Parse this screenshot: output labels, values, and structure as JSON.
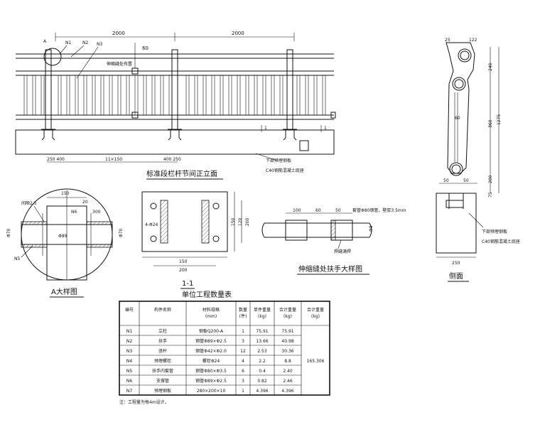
{
  "front_view": {
    "title": "标准段栏杆节间正立面",
    "dim_left": "2000",
    "dim_right": "2000",
    "label_a": "A",
    "label_n1": "N1",
    "label_n2": "N2",
    "label_n3": "N3",
    "label_60": "60",
    "note_gap": "伸缩缝处布置",
    "bottom_dims": "250 400",
    "bottom_mid": "11×150",
    "bottom_right": "400 250",
    "section_mark": "1",
    "section_mark_r": "1",
    "note_plate": "下部预埋钢板",
    "note_concrete": "C40钢筋混凝土底座"
  },
  "side_view": {
    "title": "侧面",
    "dim_top_left": "25",
    "dim_top_right": "122",
    "dim_240": "240",
    "dim_360": "360",
    "dim_1275": "1275",
    "dim_200": "200",
    "dim_75": "75",
    "dim_60": "60",
    "dim_50a": "50",
    "dim_50b": "50",
    "dim_250": "250",
    "note_plate": "下部预埋钢板",
    "note_concrete": "C40钢筋混凝土底座"
  },
  "detail_a": {
    "title": "A大样图",
    "dim_150": "150",
    "dim_20": "20",
    "dim_300": "300",
    "label_n5": "N5",
    "label_n6": "N6",
    "label_phi89": "Φ89",
    "label_phi70": "Φ70",
    "label_phi70b": "Φ70",
    "note_r": "间隙2.5"
  },
  "section_11": {
    "title": "1-1",
    "dim_150": "150",
    "dim_200": "200",
    "dim_150v": "150",
    "dim_200v": "200",
    "dim_120": "120",
    "label_d": "4-Φ24"
  },
  "expansion_detail": {
    "title": "伸缩缝处扶手大样图",
    "dim_100": "100",
    "dim_60": "60",
    "dim_50": "50",
    "note_pipe": "套管Φ80钢管，壁厚3.5mm",
    "note_weld": "焊缝满焊",
    "dim_phi": "Φ8"
  },
  "quantity_table": {
    "title": "单位工程数量表",
    "headers": [
      "编号",
      "构件名称",
      "材料规格\n(mm)",
      "数量\n(件)",
      "单件重量\n(kg)",
      "合计重量\n(kg)",
      "合计重量\n(kg)"
    ],
    "rows": [
      [
        "N1",
        "立柱",
        "钢板Q200-A",
        "1",
        "75.91",
        "75.91"
      ],
      [
        "N2",
        "扶手",
        "钢管Φ89×Φ2.5",
        "3",
        "13.66",
        "40.98"
      ],
      [
        "N3",
        "竖杆",
        "钢管Φ42×Φ2.0",
        "12",
        "2.53",
        "30.36"
      ],
      [
        "N4",
        "预埋螺栓",
        "螺栓Φ24",
        "4",
        "2.2",
        "8.8"
      ],
      [
        "N5",
        "扶手内套管",
        "钢管Φ80×Φ3.5",
        "6",
        "0.4",
        "2.40"
      ],
      [
        "N6",
        "支撑管",
        "钢管Φ89×Φ2.5",
        "3",
        "0.82",
        "2.46"
      ],
      [
        "N7",
        "预埋钢板",
        "280×200×10",
        "1",
        "4.396",
        "4.396"
      ]
    ],
    "total": "165.306",
    "note": "注：工程量为每4m设计。"
  }
}
